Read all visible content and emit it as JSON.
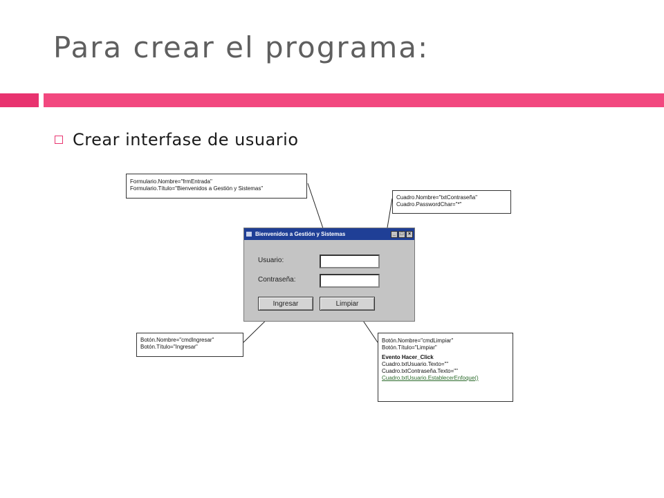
{
  "slide": {
    "title": "Para crear el programa:",
    "bullet": "Crear interfase de usuario",
    "accent_color": "#e8336f"
  },
  "dialog": {
    "title": "Bienvenidos a Gestión y Sistemas",
    "title_icon": "window-app-icon",
    "window_buttons": [
      "_",
      "□",
      "×"
    ],
    "usuario_label": "Usuario:",
    "usuario_value": "",
    "password_label": "Contraseña:",
    "password_value": "",
    "ingresar_label": "Ingresar",
    "limpiar_label": "Limpiar",
    "titlebar_color": "#1f3f96"
  },
  "callouts": {
    "form": [
      "Formulario.Nombre=\"frmEntrada\"",
      "Formulario.Título=\"Bienvenidos a Gestión y Sistemas\""
    ],
    "password": [
      "Cuadro.Nombre=\"txtContraseña\"",
      "Cuadro.PasswordChar=\"*\""
    ],
    "ingresar": [
      "Botón.Nombre=\"cmdIngresar\"",
      "Botón.Título=\"Ingresar\""
    ],
    "limpiar": {
      "lines": [
        "Botón.Nombre=\"cmdLimpiar\"",
        "Botón.Título=\"Limpiar\""
      ],
      "event_title": "Evento Hacer_Click",
      "event_lines": [
        "Cuadro.txtUsuario.Texto=\"\"",
        "Cuadro.txtContraseña.Texto=\"\""
      ],
      "event_link": "Cuadro.txtUsuario.EstablecerEnfoque()"
    }
  }
}
